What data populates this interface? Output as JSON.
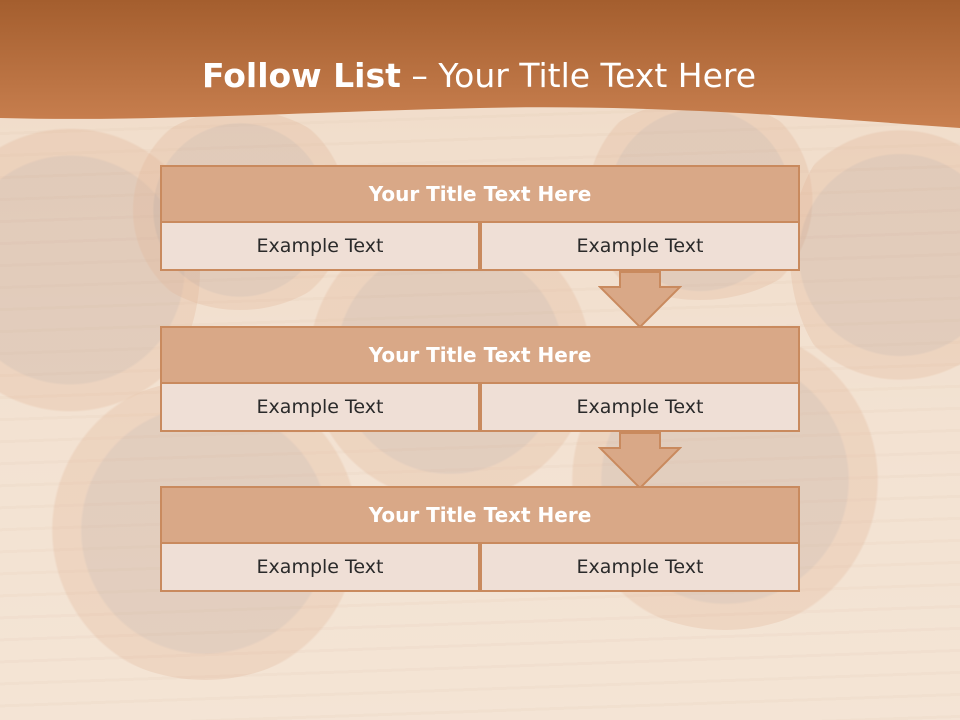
{
  "slide": {
    "title_bold": "Follow List",
    "title_rest": " – Your Title Text Here"
  },
  "steps": [
    {
      "heading": "Your Title Text Here",
      "left": "Example Text",
      "right": "Example Text"
    },
    {
      "heading": "Your Title Text Here",
      "left": "Example Text",
      "right": "Example Text"
    },
    {
      "heading": "Your Title Text Here",
      "left": "Example Text",
      "right": "Example Text"
    }
  ],
  "colors": {
    "header_band": "#b8733f",
    "heading_fill": "#d9a887",
    "border": "#c98a5e",
    "cell_fill": "#efdfd6"
  }
}
